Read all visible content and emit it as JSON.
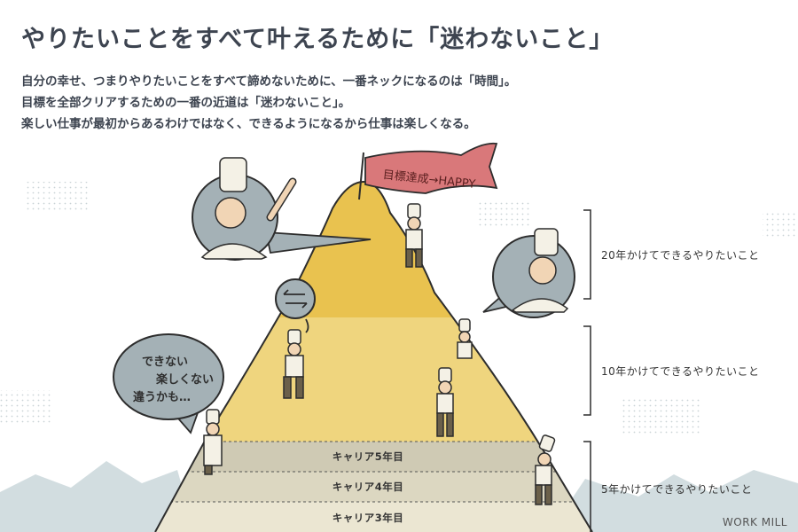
{
  "header": {
    "title": "やりたいことをすべて叶えるために「迷わないこと」"
  },
  "intro": {
    "lines": [
      "自分の幸せ、つまりやりたいことをすべて諦めないために、一番ネックになるのは「時間」。",
      "目標を全部クリアするための一番の近道は「迷わないこと」。",
      "楽しい仕事が最初からあるわけではなく、できるようになるから仕事は楽しくなる。"
    ]
  },
  "flag": {
    "text": "目標達成→HAPPY"
  },
  "brackets": {
    "b20": "20年かけてできるやりたいこと",
    "b10": "10年かけてできるやりたいこと",
    "b5": "5年かけてできるやりたいこと"
  },
  "career": {
    "y5": "キャリア5年目",
    "y4": "キャリア4年目",
    "y3": "キャリア3年目"
  },
  "speech": {
    "line1": "できない",
    "line2": "楽しくない",
    "line3": "違うかも…"
  },
  "credit": "WORK MILL",
  "colors": {
    "band_top": "#e9c24f",
    "band_mid": "#efd57e",
    "band_low": "#f2dfa2",
    "career_band": "#cfcab4",
    "bubble": "#a4b1b6",
    "flag": "#d9787a",
    "hills": "#d2dde0"
  }
}
